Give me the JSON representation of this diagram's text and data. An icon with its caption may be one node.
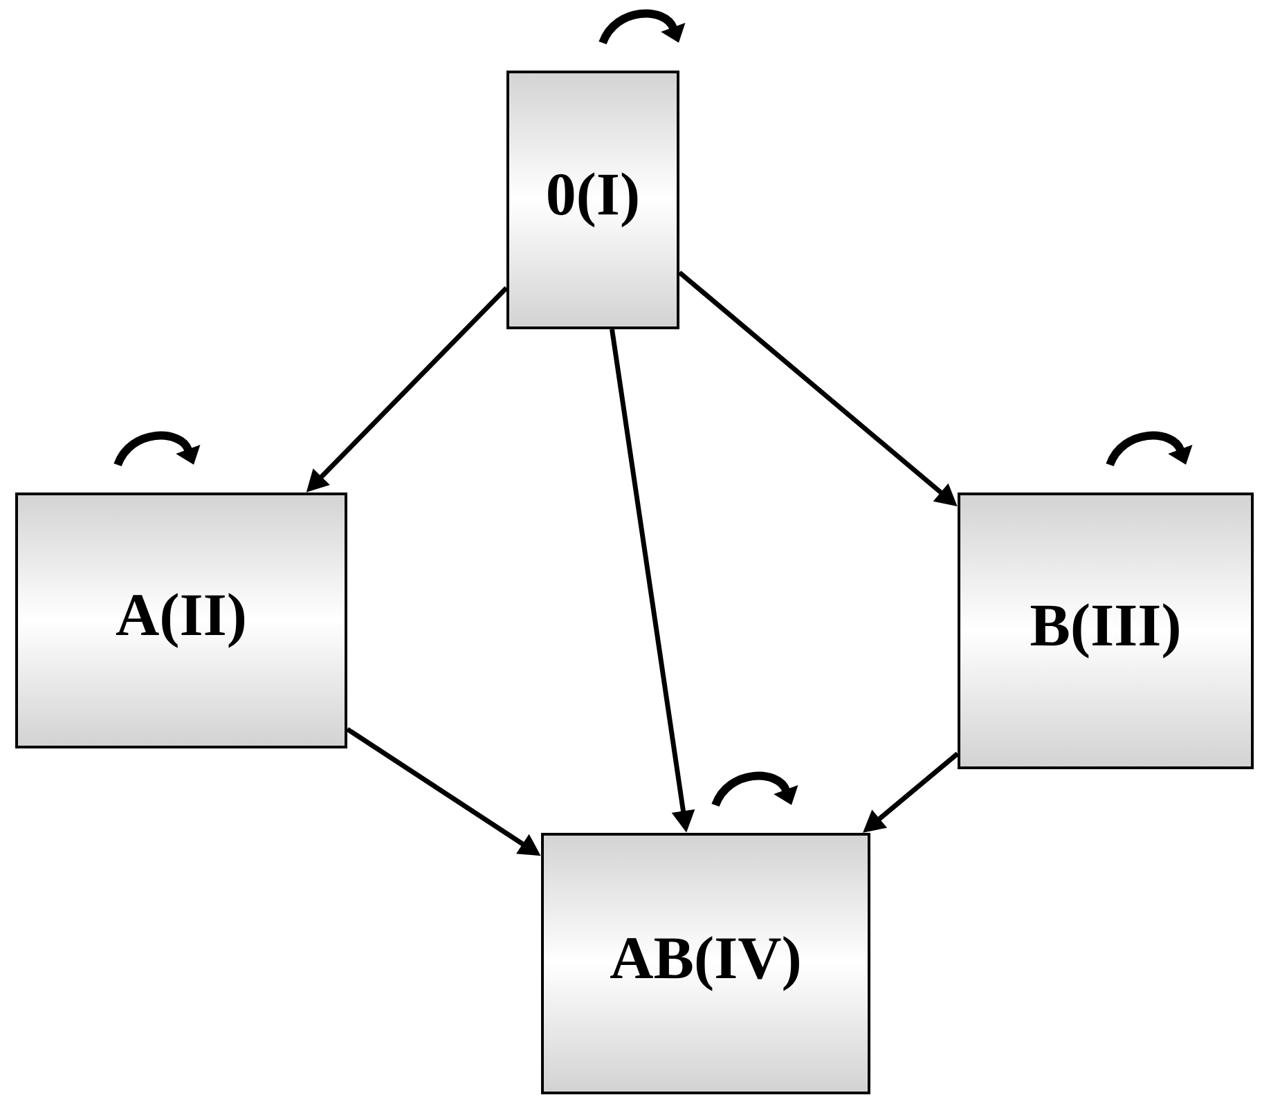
{
  "diagram": {
    "nodes": [
      {
        "text": [
          "0(I)"
        ]
      },
      {
        "text": [
          "A(II)"
        ]
      },
      {
        "text": [
          "B(III)"
        ]
      },
      {
        "text": [
          "AB(IV)"
        ]
      }
    ],
    "edges": [
      {
        "from": 0,
        "to": 0,
        "arrow": "to"
      },
      {
        "from": 1,
        "to": 1,
        "arrow": "to"
      },
      {
        "from": 2,
        "to": 2,
        "arrow": "to"
      },
      {
        "from": 3,
        "to": 3,
        "arrow": "to"
      },
      {
        "from": 0,
        "to": 1,
        "arrow": "to"
      },
      {
        "from": 0,
        "to": 3,
        "arrow": "to"
      },
      {
        "from": 0,
        "to": 2,
        "arrow": "to"
      },
      {
        "from": 1,
        "to": 3,
        "arrow": "to"
      },
      {
        "from": 2,
        "to": 3,
        "arrow": "to"
      }
    ]
  }
}
